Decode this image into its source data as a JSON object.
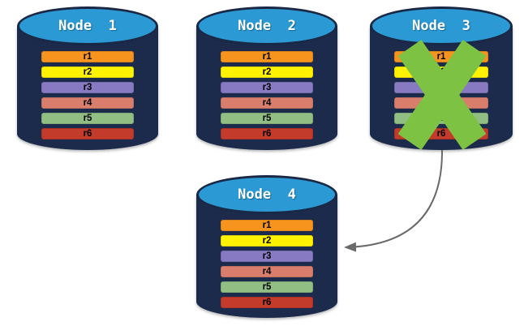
{
  "nodes": [
    {
      "label": "Node  1",
      "failed": false,
      "replicas": [
        {
          "label": "r1",
          "color": "#F7941E"
        },
        {
          "label": "r2",
          "color": "#FFF200"
        },
        {
          "label": "r3",
          "color": "#8779C2"
        },
        {
          "label": "r4",
          "color": "#D97E6C"
        },
        {
          "label": "r5",
          "color": "#90BE83"
        },
        {
          "label": "r6",
          "color": "#C23B2B"
        }
      ]
    },
    {
      "label": "Node  2",
      "failed": false,
      "replicas": [
        {
          "label": "r1",
          "color": "#F7941E"
        },
        {
          "label": "r2",
          "color": "#FFF200"
        },
        {
          "label": "r3",
          "color": "#8779C2"
        },
        {
          "label": "r4",
          "color": "#D97E6C"
        },
        {
          "label": "r5",
          "color": "#90BE83"
        },
        {
          "label": "r6",
          "color": "#C23B2B"
        }
      ]
    },
    {
      "label": "Node  3",
      "failed": true,
      "replicas": [
        {
          "label": "r1",
          "color": "#F7941E"
        },
        {
          "label": "r2",
          "color": "#FFF200"
        },
        {
          "label": "r3",
          "color": "#8779C2"
        },
        {
          "label": "r4",
          "color": "#D97E6C"
        },
        {
          "label": "r5",
          "color": "#90BE83"
        },
        {
          "label": "r6",
          "color": "#C23B2B"
        }
      ]
    },
    {
      "label": "Node  4",
      "failed": false,
      "replicas": [
        {
          "label": "r1",
          "color": "#F7941E"
        },
        {
          "label": "r2",
          "color": "#FFF200"
        },
        {
          "label": "r3",
          "color": "#8779C2"
        },
        {
          "label": "r4",
          "color": "#D97E6C"
        },
        {
          "label": "r5",
          "color": "#90BE83"
        },
        {
          "label": "r6",
          "color": "#C23B2B"
        }
      ]
    }
  ],
  "failure_x": {
    "over_node": "Node  3",
    "color": "#7DC242"
  },
  "arrow": {
    "from": "Node  3",
    "to": "Node  4",
    "color": "#6A6A6A"
  },
  "colors": {
    "cylinder_body": "#1C2B4C",
    "cylinder_top": "#2B9AD4",
    "node_label": "#FFFFFF",
    "replica_label": "#000000",
    "background": "#FFFFFF"
  }
}
